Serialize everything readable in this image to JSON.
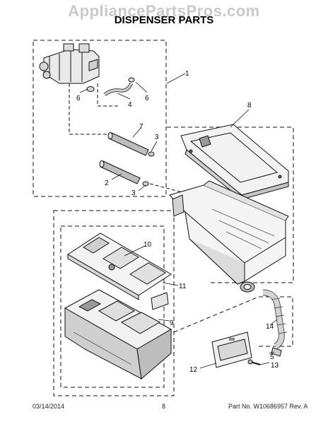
{
  "watermark": "AppliancePartsPros.com",
  "title": "DISPENSER PARTS",
  "footer": {
    "date": "03/14/2014",
    "page": "8",
    "part_info": "Part No. W10686957 Rev. A"
  },
  "callouts": {
    "c1": "1",
    "c2": "2",
    "c3a": "3",
    "c3b": "3",
    "c4": "4",
    "c5": "5",
    "c6a": "6",
    "c6b": "6",
    "c7": "7",
    "c8": "8",
    "c9": "9",
    "c10": "10",
    "c11": "11",
    "c12": "12",
    "c13": "13",
    "c14": "14"
  }
}
